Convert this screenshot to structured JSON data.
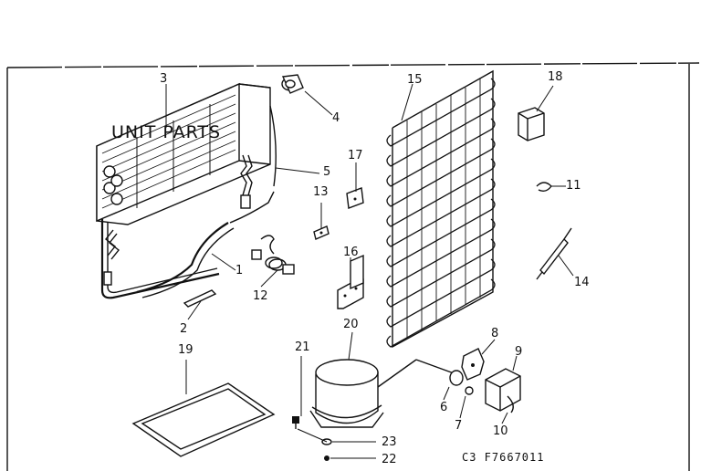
{
  "title": "UNIT PARTS",
  "diagram_code": "C3 F7667011",
  "callouts": [
    "1",
    "2",
    "3",
    "4",
    "5",
    "6",
    "7",
    "8",
    "9",
    "10",
    "11",
    "12",
    "13",
    "14",
    "15",
    "16",
    "17",
    "18",
    "19",
    "20",
    "21",
    "22",
    "23"
  ]
}
